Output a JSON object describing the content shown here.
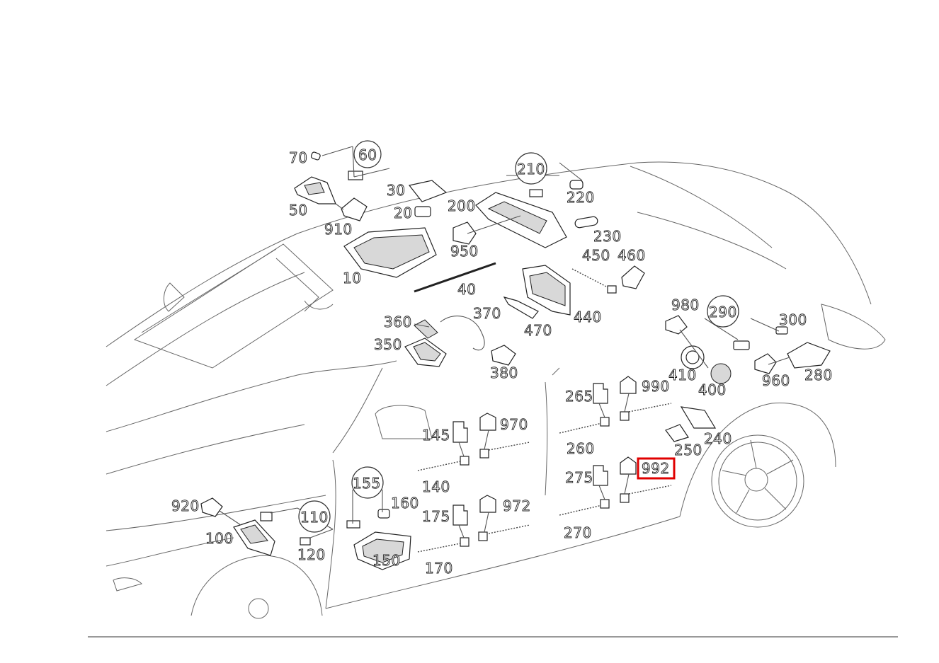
{
  "diagram": {
    "highlighted_callout": "992",
    "highlight_color": "#e00000",
    "callouts": [
      {
        "id": "c70",
        "label": "70"
      },
      {
        "id": "c60",
        "label": "60",
        "circled": true
      },
      {
        "id": "c50",
        "label": "50"
      },
      {
        "id": "c910",
        "label": "910"
      },
      {
        "id": "c30",
        "label": "30"
      },
      {
        "id": "c20",
        "label": "20"
      },
      {
        "id": "c210",
        "label": "210",
        "circled": true
      },
      {
        "id": "c220",
        "label": "220"
      },
      {
        "id": "c200",
        "label": "200"
      },
      {
        "id": "c230",
        "label": "230"
      },
      {
        "id": "c950",
        "label": "950"
      },
      {
        "id": "c10",
        "label": "10"
      },
      {
        "id": "c40",
        "label": "40"
      },
      {
        "id": "c450",
        "label": "450"
      },
      {
        "id": "c460",
        "label": "460"
      },
      {
        "id": "c440",
        "label": "440"
      },
      {
        "id": "c470",
        "label": "470"
      },
      {
        "id": "c360",
        "label": "360"
      },
      {
        "id": "c370",
        "label": "370"
      },
      {
        "id": "c350",
        "label": "350"
      },
      {
        "id": "c380",
        "label": "380"
      },
      {
        "id": "c980",
        "label": "980"
      },
      {
        "id": "c290",
        "label": "290",
        "circled": true
      },
      {
        "id": "c300",
        "label": "300"
      },
      {
        "id": "c410",
        "label": "410"
      },
      {
        "id": "c400",
        "label": "400"
      },
      {
        "id": "c960",
        "label": "960"
      },
      {
        "id": "c280",
        "label": "280"
      },
      {
        "id": "c265",
        "label": "265"
      },
      {
        "id": "c990",
        "label": "990"
      },
      {
        "id": "c145",
        "label": "145"
      },
      {
        "id": "c970",
        "label": "970"
      },
      {
        "id": "c240",
        "label": "240"
      },
      {
        "id": "c250",
        "label": "250"
      },
      {
        "id": "c260",
        "label": "260"
      },
      {
        "id": "c140",
        "label": "140"
      },
      {
        "id": "c275",
        "label": "275"
      },
      {
        "id": "c992",
        "label": "992"
      },
      {
        "id": "c155",
        "label": "155",
        "circled": true
      },
      {
        "id": "c160",
        "label": "160"
      },
      {
        "id": "c920",
        "label": "920"
      },
      {
        "id": "c110",
        "label": "110",
        "circled": true
      },
      {
        "id": "c175",
        "label": "175"
      },
      {
        "id": "c972",
        "label": "972"
      },
      {
        "id": "c270",
        "label": "270"
      },
      {
        "id": "c100",
        "label": "100"
      },
      {
        "id": "c120",
        "label": "120"
      },
      {
        "id": "c150",
        "label": "150"
      },
      {
        "id": "c170",
        "label": "170"
      }
    ]
  }
}
